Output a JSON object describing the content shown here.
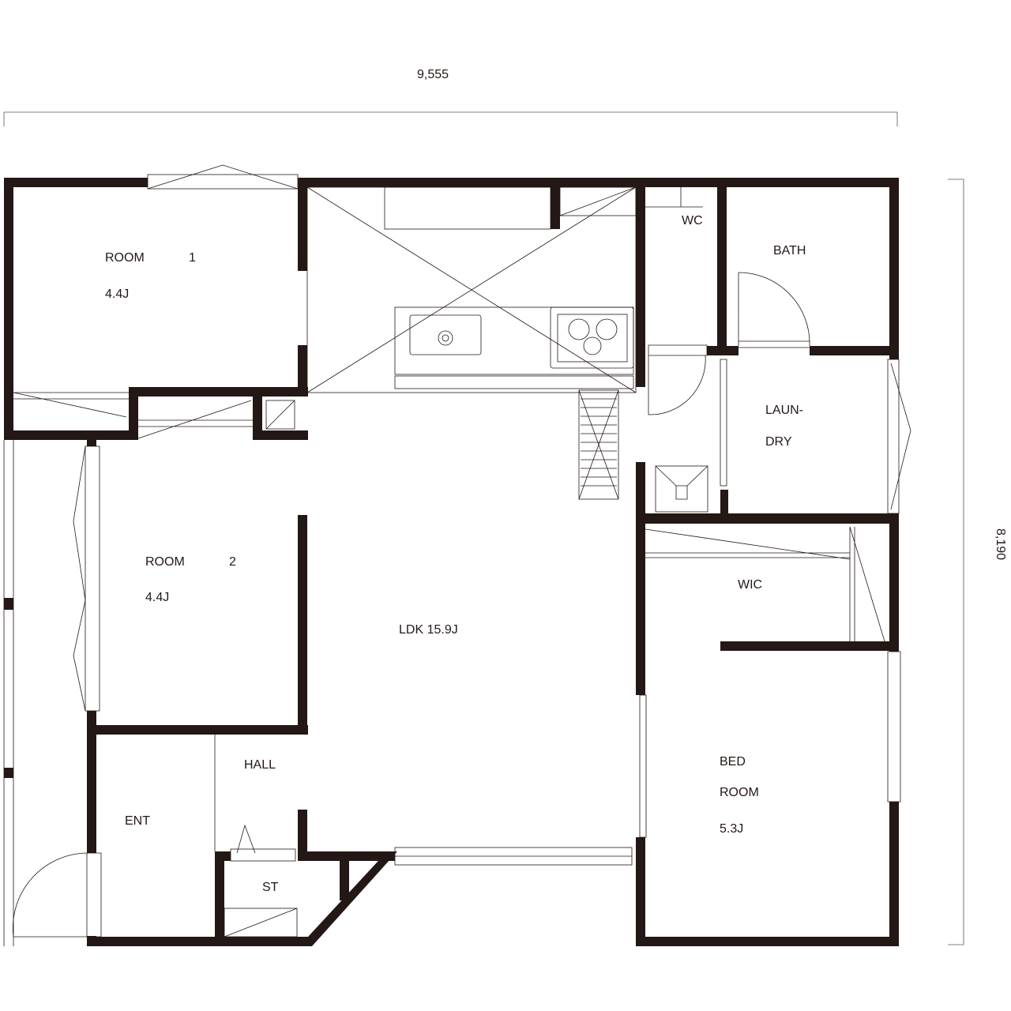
{
  "dimensions": {
    "width": "9,555",
    "height": "8,190"
  },
  "rooms": {
    "room1": {
      "name": "ROOM",
      "number": "1",
      "area": "4.4J"
    },
    "room2": {
      "name": "ROOM",
      "number": "2",
      "area": "4.4J"
    },
    "ldk": {
      "name": "LDK 15.9J"
    },
    "wc": {
      "name": "WC"
    },
    "bath": {
      "name": "BATH"
    },
    "laundry": {
      "line1": "LAUN-",
      "line2": "DRY"
    },
    "wic": {
      "name": "WIC"
    },
    "bedroom": {
      "line1": "BED",
      "line2": "ROOM",
      "area": "5.3J"
    },
    "hall": {
      "name": "HALL"
    },
    "ent": {
      "name": "ENT"
    },
    "st": {
      "name": "ST"
    }
  },
  "colors": {
    "wall": "#231815"
  }
}
